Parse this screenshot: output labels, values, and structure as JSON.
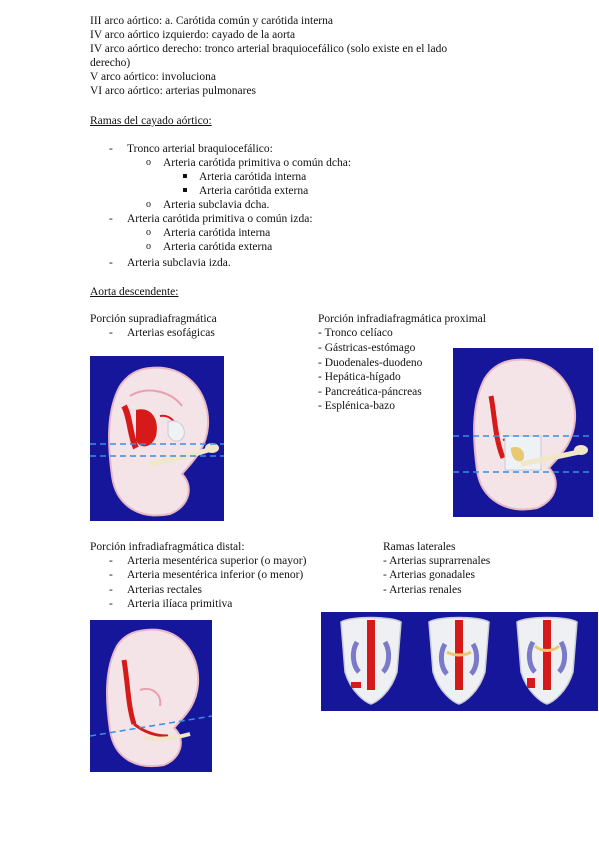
{
  "arches": [
    "III arco aórtico: a. Carótida común y carótida interna",
    "IV arco aórtico izquierdo: cayado de la aorta",
    "IV arco aórtico derecho: tronco arterial braquiocefálico (solo existe en el lado",
    "derecho)",
    "V arco aórtico: involuciona",
    "VI arco aórtico: arterias pulmonares"
  ],
  "ramas": {
    "heading": "Ramas del cayado aórtico:",
    "tronco": "Tronco arterial braquiocefálico:",
    "carotida_dcha": "Arteria carótida primitiva o común dcha:",
    "interna_1": "Arteria carótida interna",
    "externa_1": "Arteria carótida externa",
    "subclavia_dcha": "Arteria subclavia dcha.",
    "carotida_izda": "Arteria carótida primitiva o común izda:",
    "interna_2": "Arteria carótida interna",
    "externa_2": "Arteria carótida externa",
    "subclavia_izda": "Arteria subclavia izda."
  },
  "aorta": {
    "heading": "Aorta descendente:",
    "supra_title": "Porción supradiafragmática",
    "supra_item": "Arterias esofágicas",
    "infra_prox_title": "Porción infradiafragmática proximal",
    "infra_prox_items": [
      "- Tronco celíaco",
      "- Gástricas-estómago",
      "- Duodenales-duodeno",
      "- Hepática-hígado",
      "- Pancreática-páncreas",
      "- Esplénica-bazo"
    ],
    "infra_dist_title": "Porción infradiafragmática distal:",
    "infra_dist_items": [
      "Arteria mesentérica superior (o mayor)",
      "Arteria mesentérica inferior (o menor)",
      "Arterias rectales",
      "Arteria ilíaca primitiva"
    ],
    "laterales_title": "Ramas laterales",
    "laterales_items": [
      "- Arterias suprarrenales",
      "- Arterias gonadales",
      "- Arterias renales"
    ]
  },
  "colors": {
    "panel_bg": "#16169a",
    "artery": "#d61a1a",
    "guide": "#3a8ee0"
  }
}
